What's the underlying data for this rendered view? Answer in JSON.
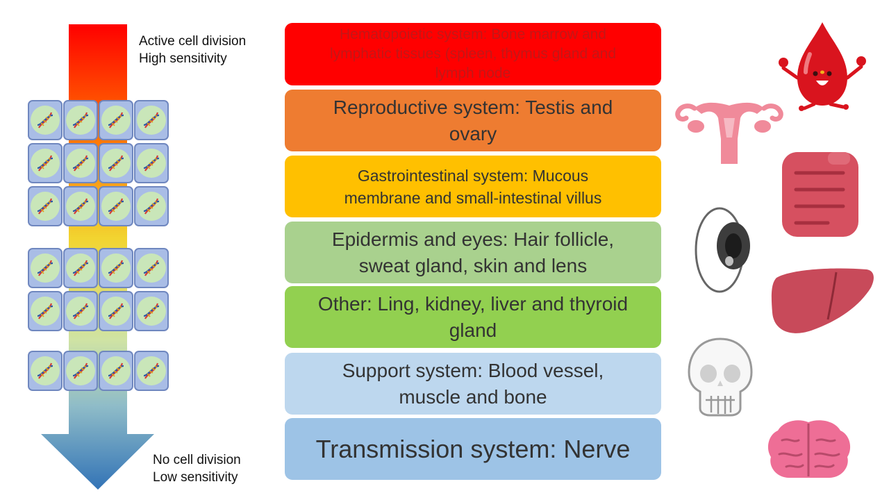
{
  "arrow": {
    "top_label": [
      "Active cell division",
      "High sensitivity"
    ],
    "bottom_label": [
      "No cell division",
      "Low sensitivity"
    ]
  },
  "cell_rows": [
    {
      "count": 4
    },
    {
      "count": 4
    },
    {
      "count": 4
    },
    {
      "count": 4
    },
    {
      "count": 4
    },
    {
      "count": 4
    }
  ],
  "systems": [
    {
      "lines": [
        "Hematopoietic system: Bone marrow and",
        "lymphatic tissues  (spleen, thymus gland and",
        "lymph node"
      ],
      "color": "#ff0000",
      "text_color": "#c21717"
    },
    {
      "lines": [
        "Reproductive system: Testis and",
        "ovary"
      ],
      "color": "#ee7c31",
      "text_color": "#333333"
    },
    {
      "lines": [
        "Gastrointestinal system: Mucous",
        "membrane and small-intestinal villus"
      ],
      "color": "#ffc000",
      "text_color": "#333333"
    },
    {
      "lines": [
        "Epidermis and eyes: Hair follicle,",
        "sweat gland, skin and lens"
      ],
      "color": "#a9d18e",
      "text_color": "#333333"
    },
    {
      "lines": [
        "Other: Ling, kidney, liver and thyroid",
        "gland"
      ],
      "color": "#92d050",
      "text_color": "#333333"
    },
    {
      "lines": [
        "Support system: Blood vessel,",
        "muscle and bone"
      ],
      "color": "#bdd7ee",
      "text_color": "#333333"
    },
    {
      "lines": [
        "Transmission system: Nerve"
      ],
      "color": "#9dc3e6",
      "text_color": "#333333"
    }
  ],
  "icons": [
    "blood-drop-icon",
    "uterus-icon",
    "intestine-icon",
    "eyeball-icon",
    "liver-icon",
    "skull-icon",
    "brain-icon"
  ]
}
